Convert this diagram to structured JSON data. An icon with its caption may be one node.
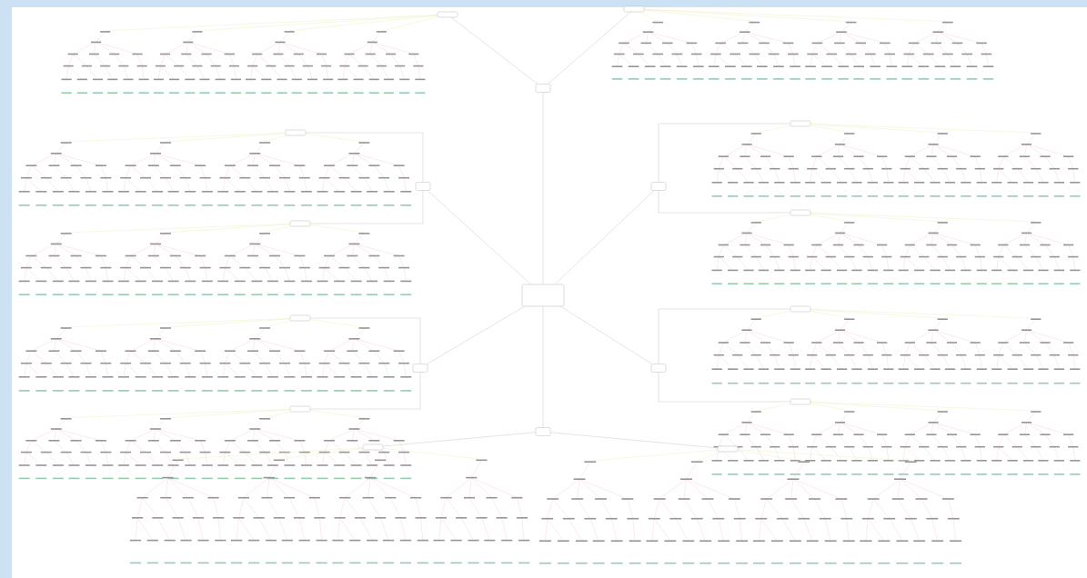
{
  "diagram": {
    "nodes": [
      {
        "text": [],
        "shape": "box"
      },
      {
        "text": [],
        "shape": "box"
      },
      {
        "text": [],
        "shape": "box"
      },
      {
        "text": [],
        "shape": "box"
      },
      {
        "text": [],
        "shape": "box"
      },
      {
        "text": [],
        "shape": "box"
      },
      {
        "text": [],
        "shape": "box"
      },
      {
        "text": [],
        "shape": "box"
      },
      {
        "text": [],
        "shape": "box"
      },
      {
        "text": [],
        "shape": "box"
      },
      {
        "text": [],
        "shape": "box"
      },
      {
        "text": [],
        "shape": "box"
      },
      {
        "text": [],
        "shape": "box"
      },
      {
        "text": [],
        "shape": "box"
      },
      {
        "text": [],
        "shape": "box"
      },
      {
        "text": [],
        "shape": "box"
      },
      {
        "text": [],
        "shape": "box"
      },
      {
        "text": [],
        "shape": "box"
      },
      {
        "text": [],
        "shape": "box"
      }
    ],
    "edges": [
      {
        "from": 0,
        "to": 1,
        "arrow": "none"
      },
      {
        "from": 0,
        "to": 2,
        "arrow": "none"
      },
      {
        "from": 0,
        "to": 3,
        "arrow": "none"
      },
      {
        "from": 0,
        "to": 4,
        "arrow": "none"
      },
      {
        "from": 0,
        "to": 5,
        "arrow": "none"
      },
      {
        "from": 0,
        "to": 6,
        "arrow": "none"
      },
      {
        "from": 1,
        "to": 7,
        "arrow": "none"
      },
      {
        "from": 1,
        "to": 8,
        "arrow": "none"
      },
      {
        "from": 2,
        "to": 9,
        "arrow": "none"
      },
      {
        "from": 2,
        "to": 10,
        "arrow": "none"
      },
      {
        "from": 3,
        "to": 11,
        "arrow": "none"
      },
      {
        "from": 3,
        "to": 12,
        "arrow": "none"
      },
      {
        "from": 4,
        "to": 13,
        "arrow": "none"
      },
      {
        "from": 4,
        "to": 14,
        "arrow": "none"
      },
      {
        "from": 5,
        "to": 15,
        "arrow": "none"
      },
      {
        "from": 5,
        "to": 16,
        "arrow": "none"
      },
      {
        "from": 6,
        "to": 17,
        "arrow": "none"
      },
      {
        "from": 6,
        "to": 18,
        "arrow": "none"
      }
    ]
  }
}
